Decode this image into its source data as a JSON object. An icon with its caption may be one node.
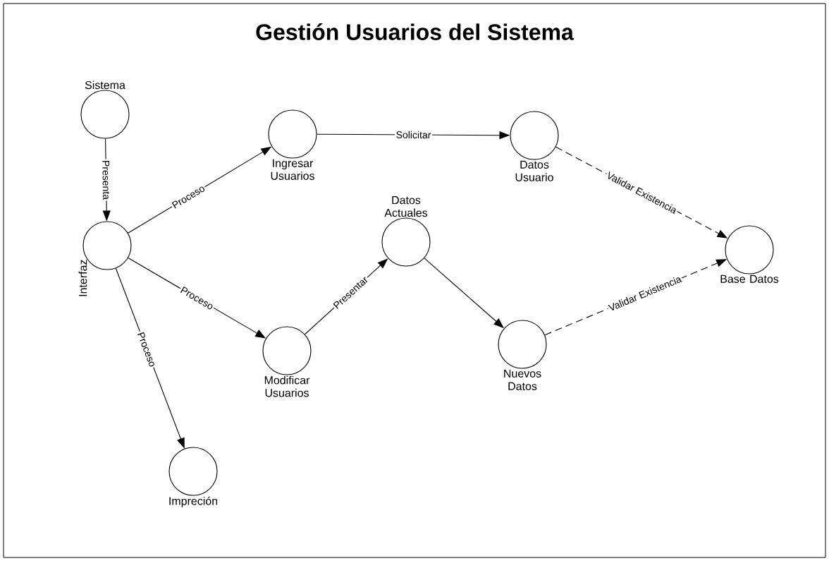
{
  "diagram": {
    "title": "Gestión Usuarios del Sistema",
    "nodes": [
      {
        "text": [
          "Sistema"
        ]
      },
      {
        "text": [
          "Interfaz"
        ]
      },
      {
        "text": [
          "Ingresar Usuarios"
        ]
      },
      {
        "text": [
          "Datos Usuario"
        ]
      },
      {
        "text": [
          "Datos Actuales"
        ]
      },
      {
        "text": [
          "Modificar Usuarios"
        ]
      },
      {
        "text": [
          "Nuevos Datos"
        ]
      },
      {
        "text": [
          "Base Datos"
        ]
      },
      {
        "text": [
          "Impreción"
        ]
      }
    ],
    "edges": [
      {
        "from": 0,
        "to": 1,
        "arrow": "to",
        "label": "Presenta"
      },
      {
        "from": 1,
        "to": 2,
        "arrow": "to",
        "label": "Proceso"
      },
      {
        "from": 2,
        "to": 3,
        "arrow": "to",
        "label": "Solicitar"
      },
      {
        "from": 3,
        "to": 7,
        "arrow": "to",
        "label": "Validar Existencia",
        "style": "dashed"
      },
      {
        "from": 1,
        "to": 5,
        "arrow": "to",
        "label": "Proceso"
      },
      {
        "from": 5,
        "to": 4,
        "arrow": "to",
        "label": "Presentar"
      },
      {
        "from": 4,
        "to": 6,
        "arrow": "to"
      },
      {
        "from": 6,
        "to": 7,
        "arrow": "to",
        "label": "Validar Existencia",
        "style": "dashed"
      },
      {
        "from": 1,
        "to": 8,
        "arrow": "to",
        "label": "Proceso"
      }
    ]
  }
}
